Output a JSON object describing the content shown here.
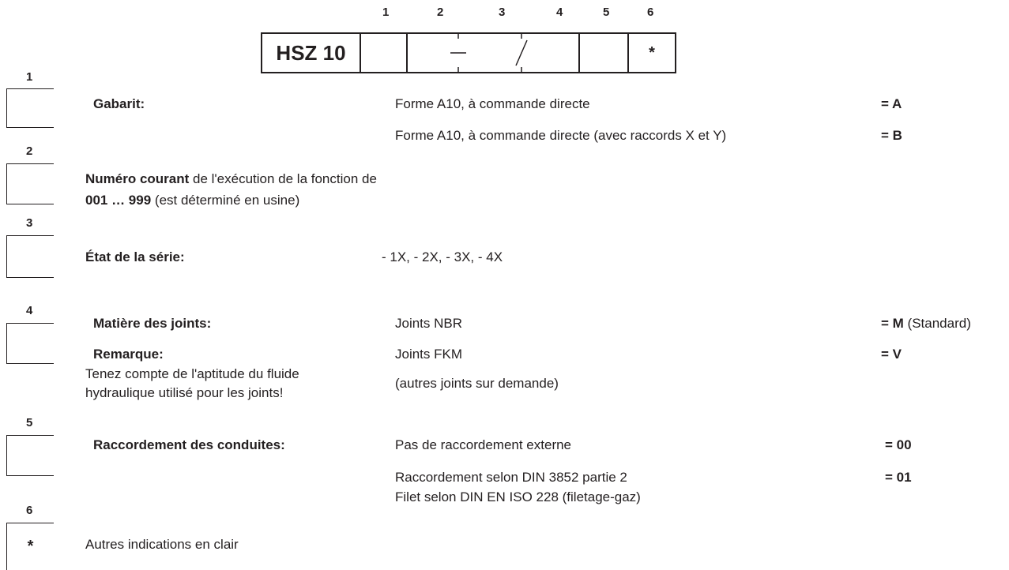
{
  "code_header": {
    "prefix": "HSZ 10",
    "positions": [
      "1",
      "2",
      "3",
      "4",
      "5",
      "6"
    ],
    "dash": "–",
    "slash": "/",
    "star": "*"
  },
  "sections": [
    {
      "number": "1",
      "title": "Gabarit:",
      "options": [
        {
          "text": "Forme A10, à commande directe",
          "code": "= A"
        },
        {
          "text": "Forme A10, à commande directe (avec raccords X et Y)",
          "code": "= B"
        }
      ]
    },
    {
      "number": "2",
      "title_bold": "Numéro courant",
      "title_rest": " de l'exécution de la fonction de",
      "line2_bold": "001 … 999",
      "line2_rest": " (est déterminé en usine)"
    },
    {
      "number": "3",
      "title": "État de la série:",
      "value": "- 1X, - 2X, - 3X, - 4X"
    },
    {
      "number": "4",
      "title": "Matière des joints:",
      "remark_title": "Remarque:",
      "remark_line1": "Tenez compte de l'aptitude du fluide",
      "remark_line2": "hydraulique utilisé pour les joints!",
      "options": [
        {
          "text": "Joints NBR",
          "code": "= M",
          "note": " (Standard)"
        },
        {
          "text": "Joints FKM",
          "code": "= V"
        },
        {
          "text": "(autres joints sur demande)"
        }
      ]
    },
    {
      "number": "5",
      "title": "Raccordement des conduites:",
      "options": [
        {
          "text": "Pas de raccordement externe",
          "code": "= 00"
        },
        {
          "text": "Raccordement selon DIN 3852 partie 2",
          "code": "= 01"
        },
        {
          "text": "Filet selon DIN EN ISO 228 (filetage-gaz)"
        }
      ]
    },
    {
      "number": "6",
      "box_text": "*",
      "text": "Autres indications en clair"
    }
  ]
}
